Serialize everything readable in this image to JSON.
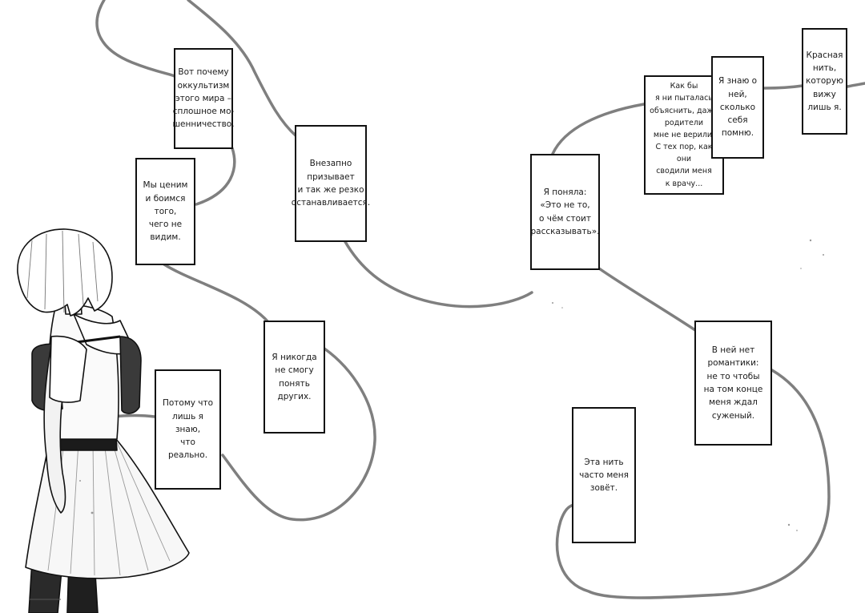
{
  "captions": {
    "c1": "Вот почему\nоккультизм\nэтого мира –\nсплошное мо-\nшенничество.",
    "c2": "Мы ценим\nи боимся того,\nчего не видим.",
    "c3": "Внезапно\nпризывает\nи так же резко\nостанавливается.",
    "c4": "Я никогда\nне смогу\nпонять других.",
    "c5": "Потому что\nлишь я знаю,\nчто реально.",
    "c6": "Я поняла:\n«Это не то,\nо чём стоит\nрассказывать».",
    "c7": "Как бы\nя ни пыталась\nобъяснить, даже\nродители\nмне не верили.\nС тех пор, как они\nсводили меня\nк врачу...",
    "c8": "Я знаю о ней,\nсколько себя\nпомню.",
    "c9": "Красная\nнить,\nкоторую\nвижу\nлишь я.",
    "c10": "В ней нет\nромантики:\nне то чтобы\nна том конце\nменя ждал\nсуженый.",
    "c11": "Эта нить\nчасто меня\nзовёт."
  },
  "colors": {
    "thread": "#7a7a7a",
    "ink": "#111111",
    "paper": "#ffffff"
  }
}
